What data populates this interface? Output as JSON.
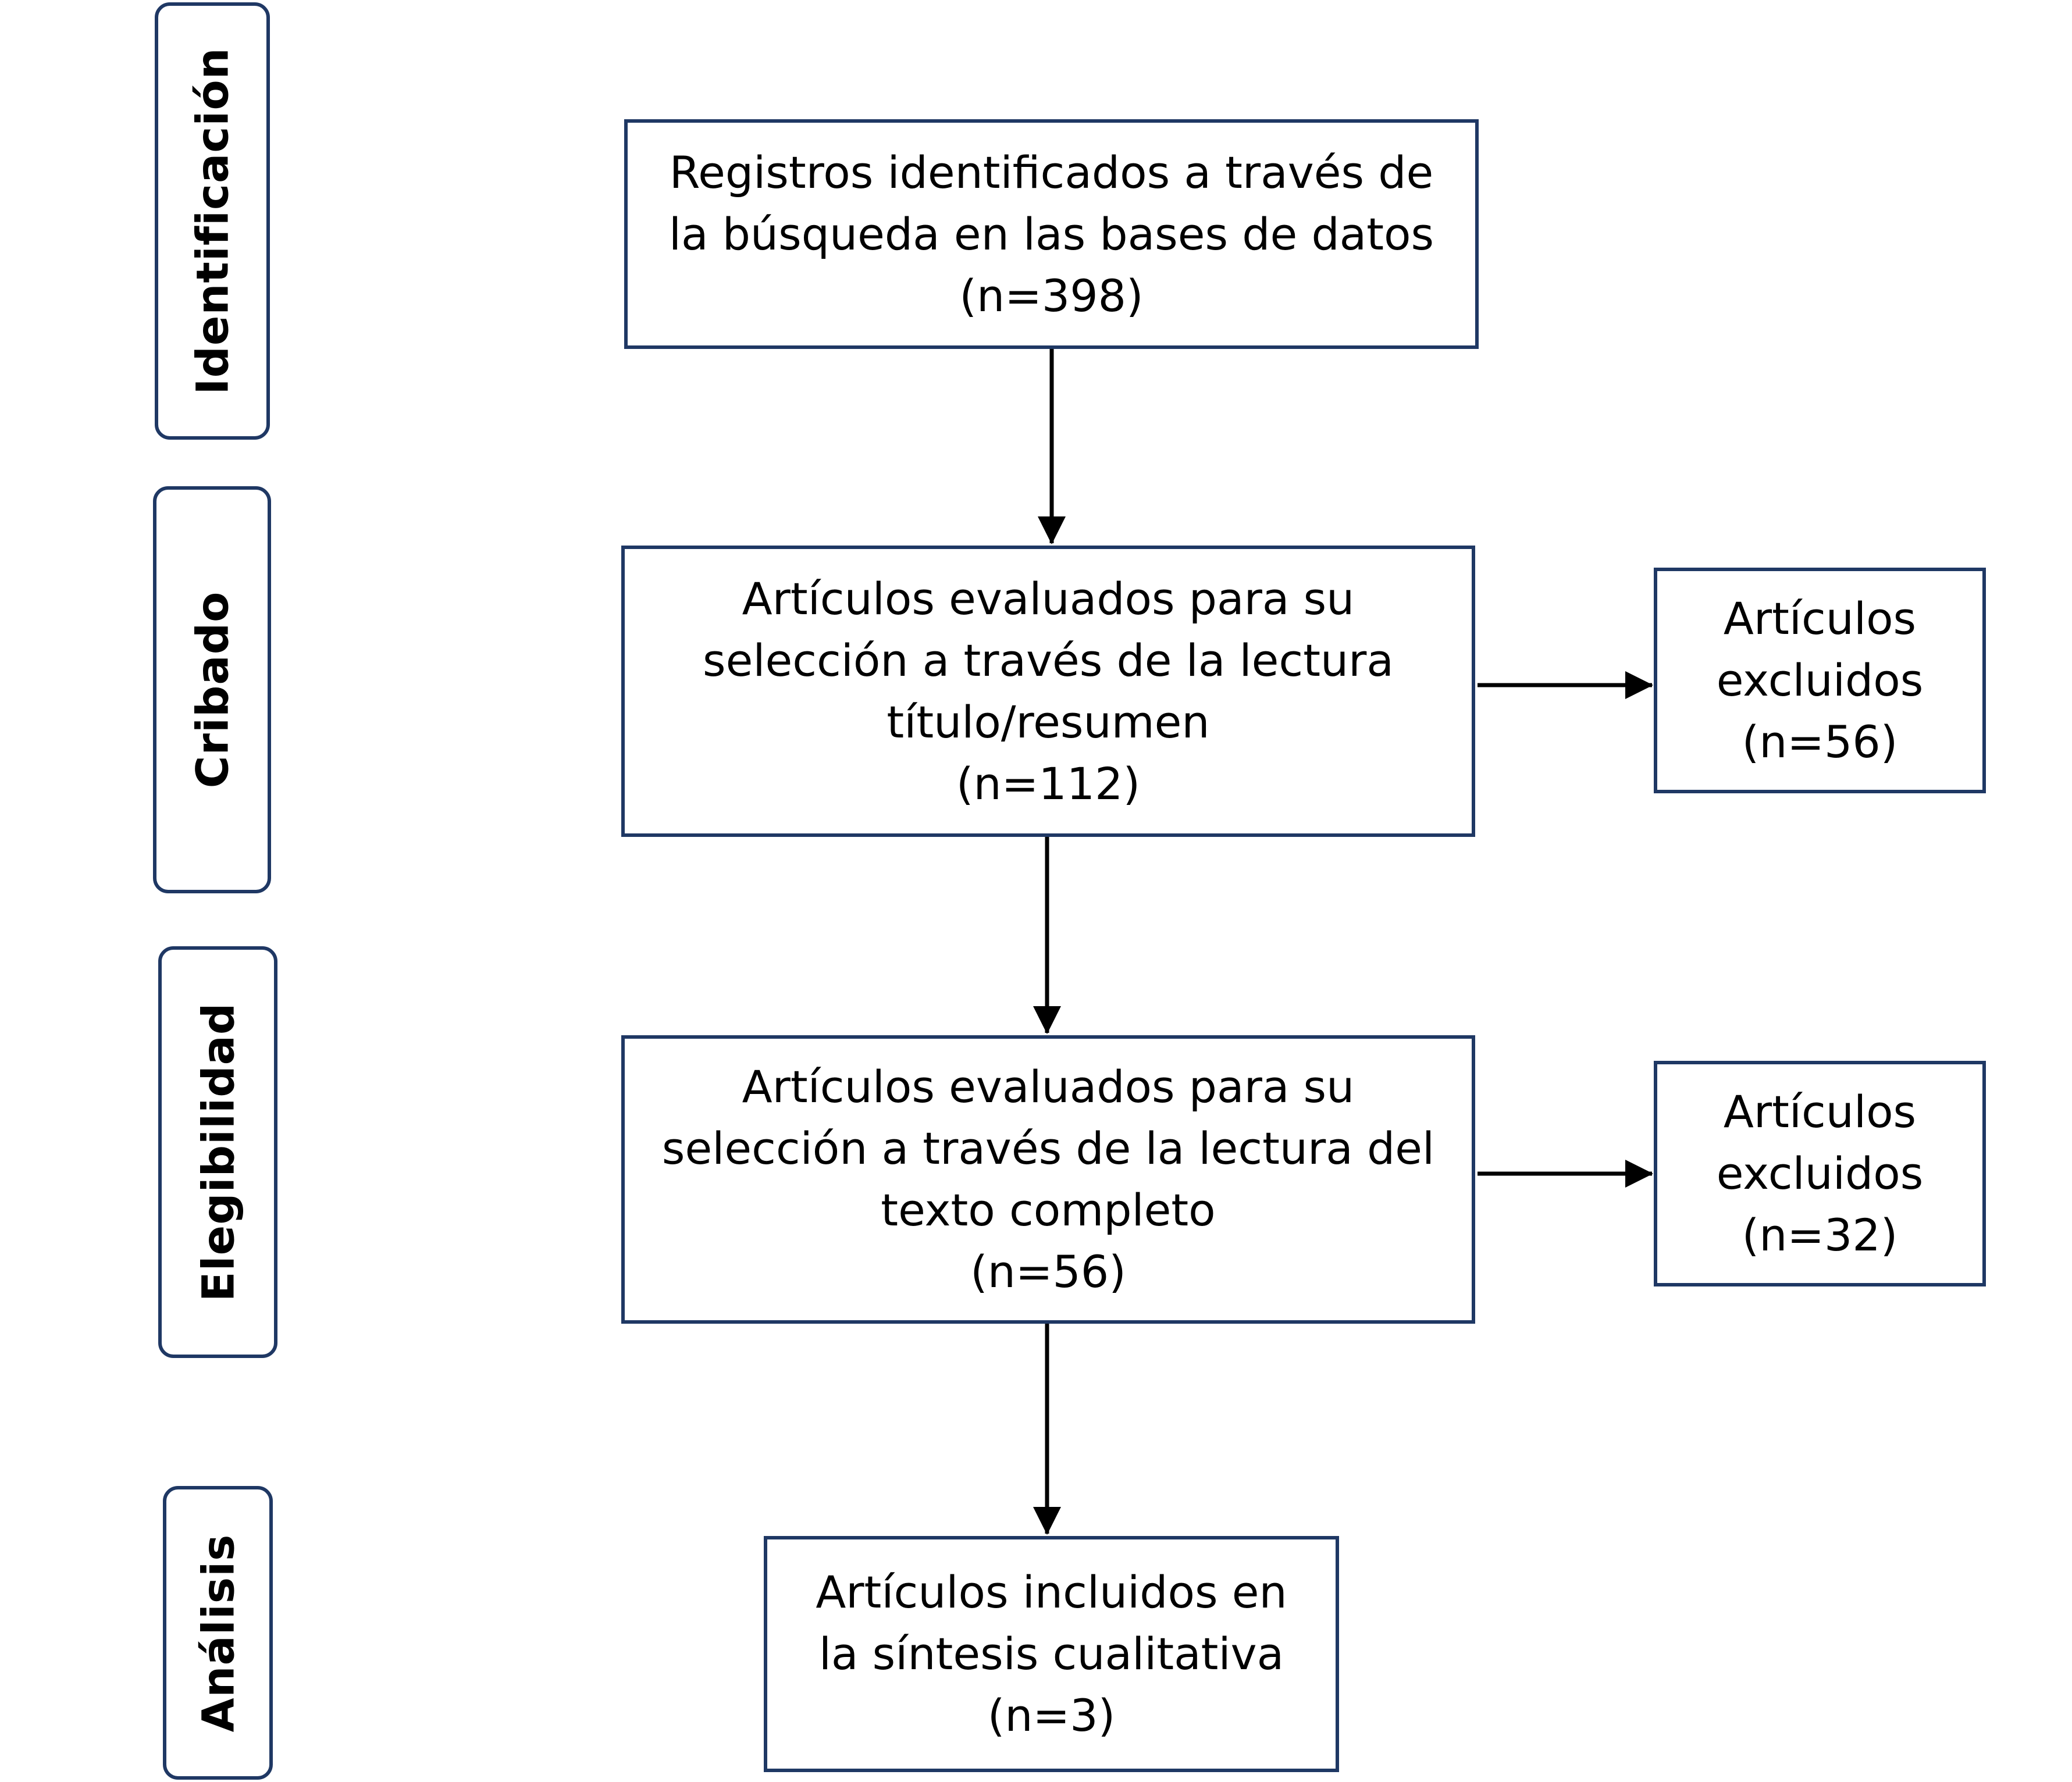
{
  "stages": {
    "identificacion": "Identificación",
    "cribado": "Cribado",
    "elegibilidad": "Elegibilidad",
    "analisis": "Análisis"
  },
  "boxes": {
    "registros": "Registros identificados a través de\nla búsqueda en las bases de datos\n(n=398)",
    "titulo_resumen": "Artículos evaluados para su\nselección a través de la lectura\ntítulo/resumen\n(n=112)",
    "excluidos_1": "Artículos\nexcluidos\n(n=56)",
    "texto_completo": "Artículos evaluados para su\nselección a través de la lectura del\ntexto completo\n(n=56)",
    "excluidos_2": "Artículos\nexcluidos\n(n=32)",
    "incluidos": "Artículos incluidos en\nla síntesis cualitativa\n(n=3)"
  },
  "colors": {
    "border": "#1f3864",
    "arrow": "#000000"
  }
}
